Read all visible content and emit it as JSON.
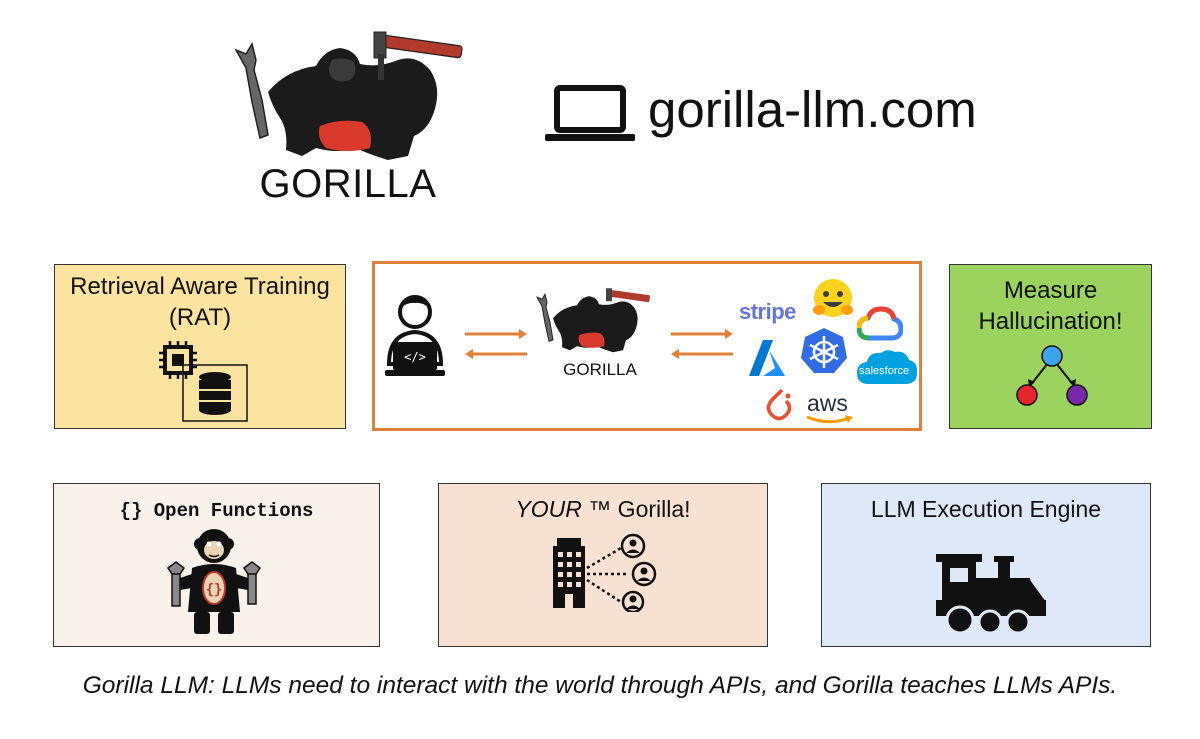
{
  "header": {
    "logo_title": "GORILLA",
    "site_url": "gorilla-llm.com"
  },
  "rat": {
    "title_line1": "Retrieval Aware Training",
    "title_line2": "(RAT)"
  },
  "center": {
    "gorilla_label": "GORILLA",
    "brands": {
      "stripe": "stripe",
      "aws": "aws",
      "salesforce": "salesforce"
    }
  },
  "hallucination": {
    "title_line1": "Measure",
    "title_line2": "Hallucination!"
  },
  "open_functions": {
    "title": "{} Open Functions"
  },
  "your_gorilla": {
    "title_italic": "YOUR ™",
    "title_rest": " Gorilla!"
  },
  "execution": {
    "title": "LLM Execution Engine"
  },
  "caption": "Gorilla LLM: LLMs need to interact with the world through APIs, and Gorilla teaches LLMs APIs.",
  "colors": {
    "rat_bg": "#fbe3a0",
    "center_border": "#e0813a",
    "hallucination_bg": "#9bd35e",
    "open_functions_bg": "#f8f2ea",
    "your_gorilla_bg": "#f7e1d3",
    "execution_bg": "#dfe8f7",
    "arrow": "#e0813a"
  }
}
